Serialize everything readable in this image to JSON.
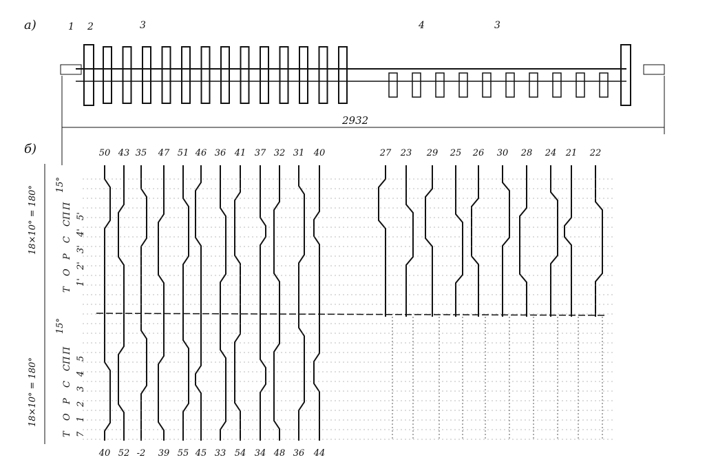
{
  "panel_a": {
    "label": "а)",
    "part_labels": [
      "1",
      "2",
      "3",
      "4",
      "3"
    ],
    "length_dimension": "2932"
  },
  "panel_b": {
    "label": "б)",
    "left_group_top_numbers": [
      "50",
      "43",
      "35",
      "47",
      "51",
      "46",
      "36",
      "41",
      "37",
      "32",
      "31",
      "40"
    ],
    "left_group_bottom_numbers": [
      "40",
      "52",
      "-2",
      "39",
      "55",
      "45",
      "33",
      "54",
      "34",
      "48",
      "36",
      "44"
    ],
    "right_group_top_numbers": [
      "27",
      "23",
      "29",
      "25",
      "26",
      "30",
      "28",
      "24",
      "21",
      "22"
    ],
    "upper_range_label": "18×10° = 180°",
    "lower_range_label": "18×10° = 180°",
    "offset_label_upper": "15°",
    "offset_label_lower": "15°",
    "upper_letters": [
      "П",
      "СП",
      "С",
      "Р",
      "О",
      "Т"
    ],
    "upper_digits": [
      "5'",
      "4'",
      "3'",
      "2'",
      "1'"
    ],
    "lower_letters": [
      "П",
      "СП",
      "С",
      "Р",
      "О",
      "Т"
    ],
    "lower_digits": [
      "5",
      "4",
      "3",
      "2",
      "1",
      "7"
    ]
  },
  "colors": {
    "ink": "#111111",
    "paper": "#ffffff"
  }
}
